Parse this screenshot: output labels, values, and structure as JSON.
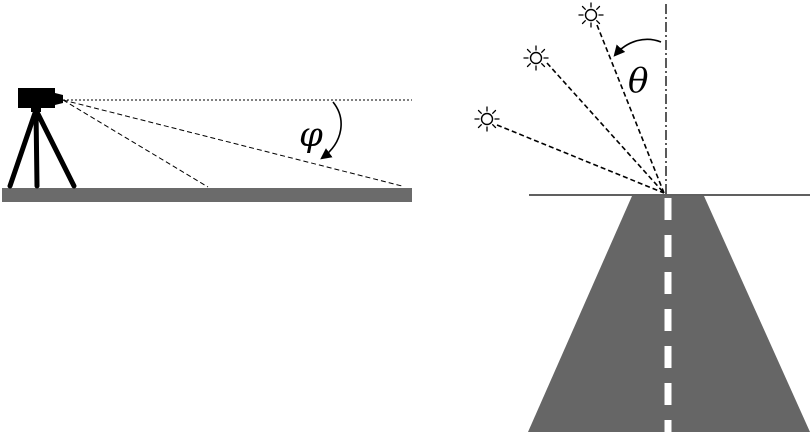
{
  "labels": {
    "angle_phi": "φ",
    "angle_theta": "θ"
  },
  "colors": {
    "ground": "#6b6b6b",
    "road": "#666666",
    "road_marking": "#ffffff",
    "ink": "#000000",
    "background": "#ffffff"
  },
  "icons": {
    "camera": "camera-on-tripod-icon",
    "sun": "sun-icon"
  },
  "sun_count": 3
}
